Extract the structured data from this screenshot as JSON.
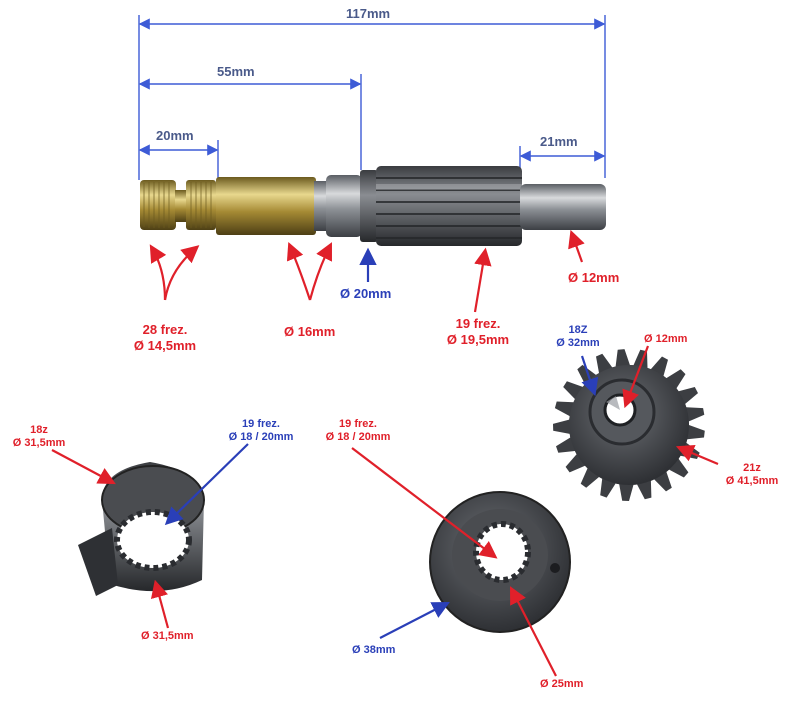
{
  "dimensions": {
    "total": "117mm",
    "first_section": "55mm",
    "spline_length": "20mm",
    "end_length": "21mm"
  },
  "labels": {
    "spline28_line1": "28 frez.",
    "spline28_line2": "Ø 14,5mm",
    "diam16": "Ø 16mm",
    "diam20": "Ø 20mm",
    "spline19_line1": "19 frez.",
    "spline19_line2": "Ø 19,5mm",
    "diam12_shaft": "Ø 12mm",
    "gear18z_line1": "18Z",
    "gear18z_line2": "Ø 32mm",
    "gear_diam12": "Ø 12mm",
    "gear21z_line1": "21z",
    "gear21z_line2": "Ø 41,5mm",
    "ratchet_line1": "18z",
    "ratchet_line2": "Ø 31,5mm",
    "ratchet_inner_line1": "19 frez.",
    "ratchet_inner_line2": "Ø 18 / 20mm",
    "ratchet_bottom": "Ø 31,5mm",
    "plate_inner_line1": "19 frez.",
    "plate_inner_line2": "Ø 18 / 20mm",
    "plate_outer": "Ø 38mm",
    "plate_hub": "Ø 25mm"
  },
  "colors": {
    "annotation_red": "#e0202a",
    "annotation_blue": "#2a3fb8",
    "dimension_line": "#3d5bd6",
    "steel": "#8a8e94",
    "brass": "#b89a3a"
  }
}
